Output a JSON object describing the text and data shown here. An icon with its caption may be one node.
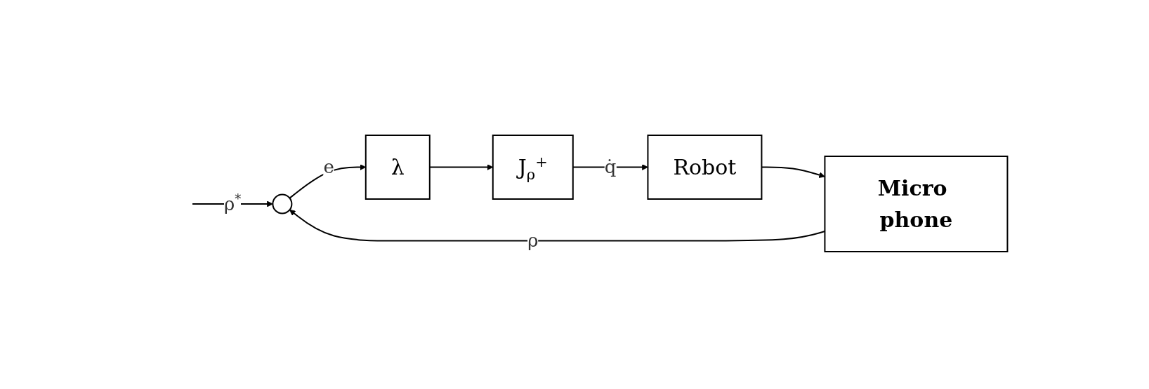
{
  "diagram": {
    "nodes": [
      {
        "text": [],
        "shape": "circle"
      },
      {
        "text": [
          "λ"
        ]
      },
      {
        "text": [
          "J$_{ρ}$$^{+}$"
        ]
      },
      {
        "text": [
          "Robot"
        ]
      },
      {
        "text": [
          "Micro phone"
        ]
      }
    ],
    "edges": [
      {
        "from": null,
        "to": 0,
        "arrow": "to",
        "label": "ρ$^{*}$"
      },
      {
        "from": 0,
        "to": 1,
        "arrow": "to",
        "label": "e"
      },
      {
        "from": 1,
        "to": 2,
        "arrow": "to"
      },
      {
        "from": 2,
        "to": 3,
        "arrow": "to",
        "label": "q̇"
      },
      {
        "from": 3,
        "to": 4,
        "arrow": "to"
      },
      {
        "from": 4,
        "to": 0,
        "arrow": "to",
        "label": "ρ"
      }
    ]
  }
}
